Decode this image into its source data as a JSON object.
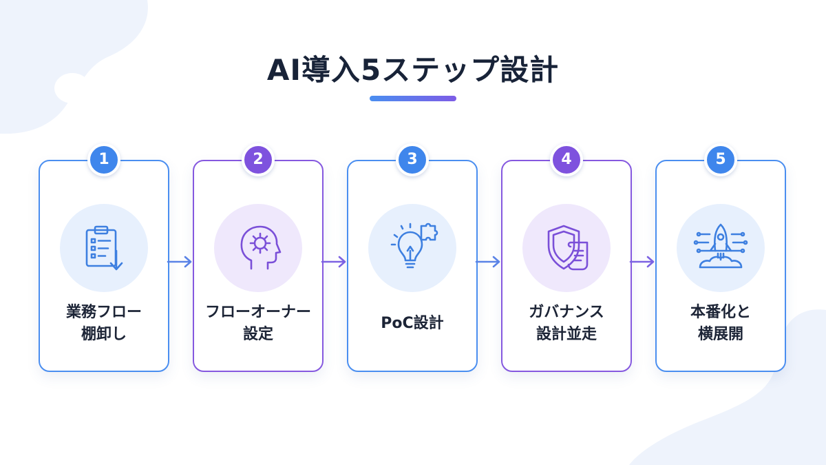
{
  "title": "AI導入5ステップ設計",
  "colors": {
    "title_text": "#182338",
    "blue_accent": "#4a8ef0",
    "purple_accent": "#8558df",
    "blue_tint": "#e7f0fd",
    "purple_tint": "#efe8fc",
    "background_blob": "#eef3fc"
  },
  "steps": [
    {
      "number": "1",
      "line1": "業務フロー",
      "line2": "棚卸し",
      "icon": "clipboard-checklist-icon",
      "accent": "blue"
    },
    {
      "number": "2",
      "line1": "フローオーナー",
      "line2": "設定",
      "icon": "head-gear-icon",
      "accent": "purple"
    },
    {
      "number": "3",
      "line1": "PoC設計",
      "line2": "",
      "icon": "lightbulb-puzzle-icon",
      "accent": "blue"
    },
    {
      "number": "4",
      "line1": "ガバナンス",
      "line2": "設計並走",
      "icon": "shield-document-icon",
      "accent": "purple"
    },
    {
      "number": "5",
      "line1": "本番化と",
      "line2": "横展開",
      "icon": "rocket-launch-icon",
      "accent": "blue"
    }
  ]
}
